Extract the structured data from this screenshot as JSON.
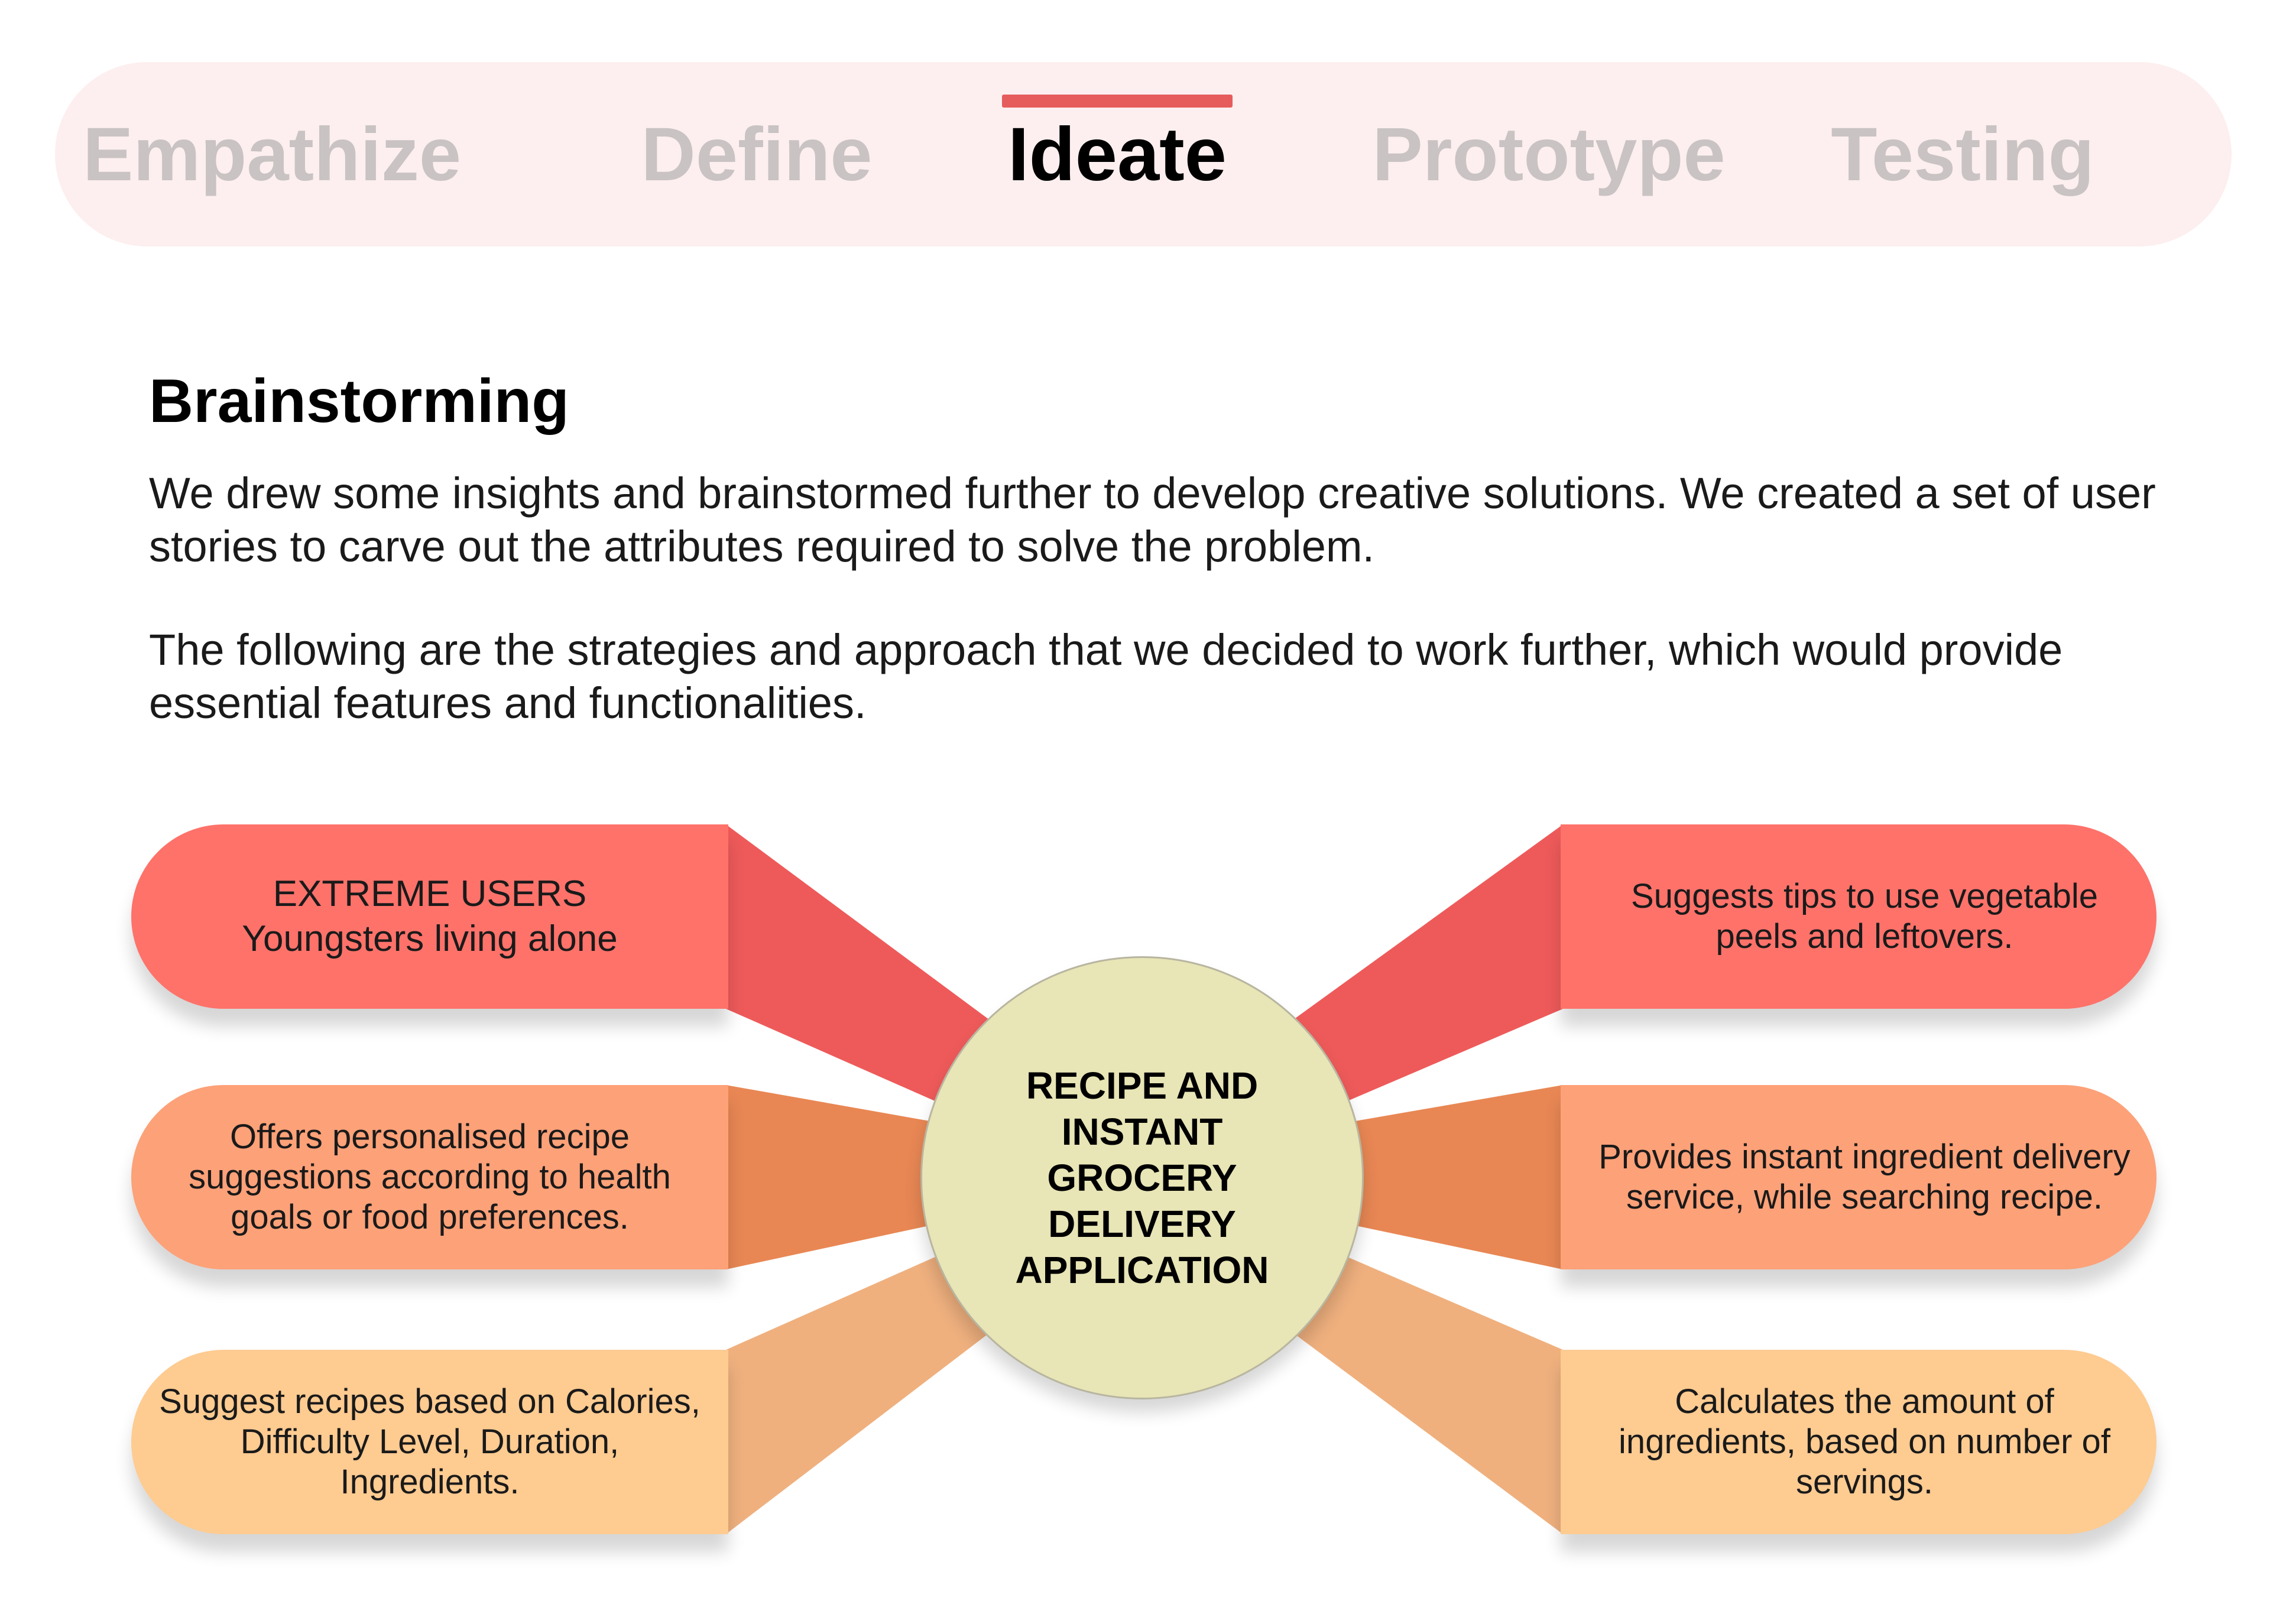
{
  "stages": {
    "items": [
      {
        "label": "Empathize",
        "active": false
      },
      {
        "label": "Define",
        "active": false
      },
      {
        "label": "Ideate",
        "active": true
      },
      {
        "label": "Prototype",
        "active": false
      },
      {
        "label": "Testing",
        "active": false
      }
    ]
  },
  "section": {
    "title": "Brainstorming",
    "paragraph_1": "We drew some insights and brainstormed further to develop creative solutions. We created a set of user stories to carve out the attributes required to solve the problem.",
    "paragraph_2": "The following are the strategies and approach that we decided to work further, which would provide essential features and functionalities."
  },
  "diagram": {
    "center": "RECIPE AND INSTANT GROCERY DELIVERY APPLICATION",
    "left": [
      {
        "line1": "EXTREME USERS",
        "line2": "Youngsters living alone"
      },
      {
        "text": "Offers personalised recipe suggestions according to health goals or food preferences."
      },
      {
        "text": "Suggest recipes based on Calories, Difficulty Level, Duration, Ingredients."
      }
    ],
    "right": [
      {
        "text": "Suggests tips to use vegetable peels and leftovers."
      },
      {
        "text": "Provides instant ingredient delivery service, while searching recipe."
      },
      {
        "text": "Calculates the amount of ingredients, based on number of servings."
      }
    ],
    "colors": {
      "row1_fill": "#FE726A",
      "row1_connector": "#EE5A5A",
      "row2_fill": "#FDA178",
      "row2_connector": "#E88754",
      "row3_fill": "#FECB91",
      "row3_connector": "#EFB07E",
      "hub_fill": "#E8E5B6",
      "accent": "#E65C5C"
    }
  }
}
